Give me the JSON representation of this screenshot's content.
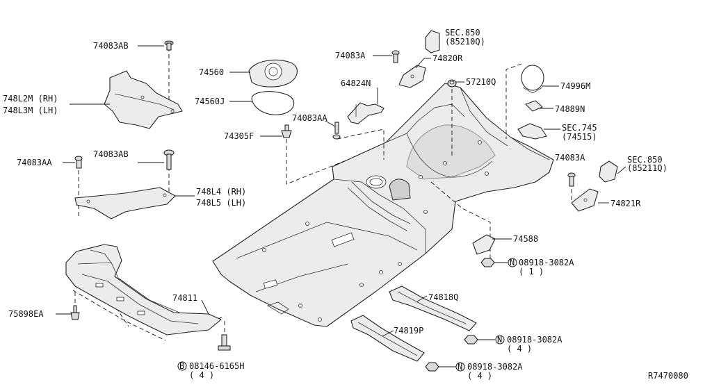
{
  "diagram_code": "R7470080",
  "fastener_symbols": {
    "nut": "N",
    "bolt": "B"
  },
  "labels": {
    "p74083AB_top": "74083AB",
    "p748L2M": "748L2M (RH)",
    "p748L3M": "748L3M (LH)",
    "p74560": "74560",
    "p74560J": "74560J",
    "p74305F": "74305F",
    "p74083AA_center": "74083AA",
    "p74083A_top": "74083A",
    "p64824N": "64824N",
    "p74820R": "74820R",
    "sec850_top": "SEC.850",
    "sec850_top_ref": "(85210Q)",
    "p57210Q": "57210Q",
    "p74996M": "74996M",
    "p74889N": "74889N",
    "sec745": "SEC.745",
    "sec745_ref": "(74515)",
    "p74083AA_left": "74083AA",
    "p74083AB_mid": "74083AB",
    "p748L4": "748L4 (RH)",
    "p748L5": "748L5 (LH)",
    "p74083A_right": "74083A",
    "sec850_right": "SEC.850",
    "sec850_right_ref": "(85211Q)",
    "p74821R": "74821R",
    "p74588": "74588",
    "nut1_part": "08918-3082A",
    "nut1_qty": "( 1 )",
    "p74811": "74811",
    "p74818Q": "74818Q",
    "p75898EA": "75898EA",
    "p74819P": "74819P",
    "nut2_part": "08918-3082A",
    "nut2_qty": "( 4 )",
    "nut3_part": "08918-3082A",
    "nut3_qty": "( 4 )",
    "bolt_part": "08146-6165H",
    "bolt_qty": "( 4 )"
  }
}
